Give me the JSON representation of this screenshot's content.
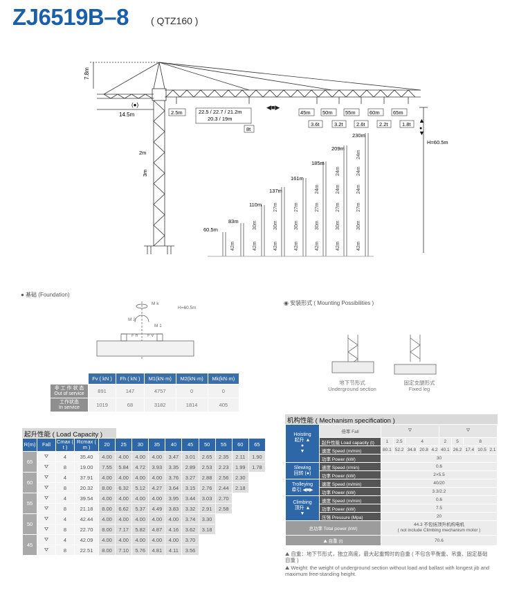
{
  "header": {
    "model": "ZJ6519B–8",
    "model_code": "( QTZ160 )"
  },
  "crane": {
    "height_top": "7.8m",
    "width_rear": "14.5m",
    "jib_short": "2.5m",
    "jib_range": "22.5 / 22.7 / 21.2m",
    "jib_range2": "20.3 / 19m",
    "load_8t": "8t",
    "jib_lengths": [
      "45m",
      "50m",
      "55m",
      "60m",
      "65m"
    ],
    "tip_loads": [
      "3.6t",
      "3.2t",
      "2.6t",
      "2.2t",
      "1.8t"
    ],
    "height_free": "H=60.5m",
    "mast_2m": "2m",
    "mast_3m": "3m",
    "heights": [
      "60.5m",
      "83m",
      "110m",
      "137m",
      "161m",
      "185m",
      "209m",
      "230m"
    ],
    "sections": [
      "42m",
      "30m",
      "27m",
      "24m"
    ]
  },
  "foundation": {
    "title": "● 基础 (Foundation)",
    "labels": {
      "mk": "M k",
      "h": "H=60.5m",
      "m2": "M 2",
      "m1": "M 1",
      "fh": "F h",
      "fv": "F v"
    },
    "columns": [
      "Fv ( kN )",
      "Fh ( kN )",
      "M1(kN·m)",
      "M2(kN·m)",
      "Mk(kN·m)"
    ],
    "rows": [
      {
        "label_cn": "非 工 作 状 态",
        "label_en": "Out of service",
        "values": [
          "891",
          "147",
          "4757",
          "0",
          "0"
        ]
      },
      {
        "label_cn": "工作状态",
        "label_en": "In service",
        "values": [
          "1019",
          "68",
          "3182",
          "1814",
          "405"
        ]
      }
    ]
  },
  "mounting": {
    "title": "◉ 安装形式 ( Mounting Possibilities )",
    "types": [
      {
        "cn": "地下节形式",
        "en": "Underground section"
      },
      {
        "cn": "固定支腿形式",
        "en": "Fixed leg"
      }
    ]
  },
  "load_capacity": {
    "title": "起升性能 ( Load Capacity )",
    "headers": {
      "r": "R(m)",
      "fall": "Fall",
      "cmax": "Cmax ( t )",
      "rcmax": "Rcmax ( m )"
    },
    "radii": [
      "20",
      "25",
      "30",
      "35",
      "40",
      "45",
      "50",
      "55",
      "60",
      "65"
    ],
    "groups": [
      {
        "r": "65",
        "rows": [
          {
            "cmax": "4",
            "rcmax": "35.40",
            "values": [
              "4.00",
              "4.00",
              "4.00",
              "4.00",
              "3.47",
              "3.01",
              "2.65",
              "2.35",
              "2.11",
              "1.90"
            ]
          },
          {
            "cmax": "8",
            "rcmax": "19.00",
            "values": [
              "7.55",
              "5.84",
              "4.72",
              "3.93",
              "3.35",
              "2.89",
              "2.53",
              "2.23",
              "1.99",
              "1.78"
            ]
          }
        ]
      },
      {
        "r": "60",
        "rows": [
          {
            "cmax": "4",
            "rcmax": "37.91",
            "values": [
              "4.00",
              "4.00",
              "4.00",
              "4.00",
              "3.76",
              "3.27",
              "2.88",
              "2.56",
              "2.30",
              ""
            ]
          },
          {
            "cmax": "8",
            "rcmax": "20.32",
            "values": [
              "8.00",
              "6.32",
              "5.12",
              "4.27",
              "3.64",
              "3.15",
              "2.76",
              "2.44",
              "2.18",
              ""
            ]
          }
        ]
      },
      {
        "r": "55",
        "rows": [
          {
            "cmax": "4",
            "rcmax": "39.54",
            "values": [
              "4.00",
              "4.00",
              "4.00",
              "4.00",
              "3.95",
              "3.44",
              "3.03",
              "2.70",
              "",
              ""
            ]
          },
          {
            "cmax": "8",
            "rcmax": "21.18",
            "values": [
              "8.00",
              "6.62",
              "5.37",
              "4.49",
              "3.83",
              "3.32",
              "2.91",
              "2.58",
              "",
              ""
            ]
          }
        ]
      },
      {
        "r": "50",
        "rows": [
          {
            "cmax": "4",
            "rcmax": "42.44",
            "values": [
              "4.00",
              "4.00",
              "4.00",
              "4.00",
              "4.00",
              "3.74",
              "3.30",
              "",
              "",
              ""
            ]
          },
          {
            "cmax": "8",
            "rcmax": "22.70",
            "values": [
              "8.00",
              "7.17",
              "5.82",
              "4.87",
              "4.16",
              "3.62",
              "3.18",
              "",
              "",
              ""
            ]
          }
        ]
      },
      {
        "r": "45",
        "rows": [
          {
            "cmax": "4",
            "rcmax": "42.09",
            "values": [
              "4.00",
              "4.00",
              "4.00",
              "4.00",
              "4.00",
              "3.70",
              "",
              "",
              "",
              ""
            ]
          },
          {
            "cmax": "8",
            "rcmax": "22.51",
            "values": [
              "8.00",
              "7.10",
              "5.76",
              "4.81",
              "4.11",
              "3.56",
              "",
              "",
              "",
              ""
            ]
          }
        ]
      }
    ]
  },
  "mechanism": {
    "title": "机构性能 ( Mechanism specification )",
    "fall_label": "倍率 Fall",
    "hoisting": {
      "label_en": "Hoisting",
      "label_cn": "起升",
      "capacity": "起升性能 Load capacity (t)",
      "cap_vals": [
        "1",
        "2.5",
        "4",
        "2",
        "5",
        "8"
      ],
      "speed": "速度 Speed (m/min)",
      "speed_vals": [
        "80.1",
        "52.2",
        "34.8",
        "20.8",
        "4.2",
        "40.1",
        "26.2",
        "17.4",
        "10.5",
        "2.1"
      ],
      "power": "功率 Power (kW)",
      "power_val": "30"
    },
    "slewing": {
      "label_en": "Slewing",
      "label_cn": "回转",
      "speed": "速度 Speed (r/min)",
      "speed_val": "0.6",
      "power": "功率 Power (kW)",
      "power_val": "2×5.5"
    },
    "trolleying": {
      "label_en": "Trolleying",
      "label_cn": "牵引",
      "speed": "速度 Speed (m/min)",
      "speed_val": "40/20",
      "power": "功率 Power (kW)",
      "power_val": "3.3/2.2"
    },
    "climbing": {
      "label_en": "Climbing",
      "label_cn": "顶升",
      "speed": "速度 Speed (m/min)",
      "speed_val": "0.6",
      "power": "功率 Power (kW)",
      "power_val": "7.5",
      "pressure": "压强 Pressure (Mpa)",
      "pressure_val": "20"
    },
    "total": {
      "label": "总功率 Total power (kW)",
      "val1": "44.3 不包括顶升机构电机",
      "val2": "( not include Climbing mechanism motor )"
    },
    "weight": {
      "label": "自重 (t)",
      "val": "70.6"
    }
  },
  "notes": {
    "cn": "自重：地下节形式，独立高度，最大起重臂时的自重 ( 不包含平衡重、吊重、固定基础自重 )",
    "en": "Weight: the weight of underground section without load and ballast with longest jib and maximum free-standing height."
  }
}
